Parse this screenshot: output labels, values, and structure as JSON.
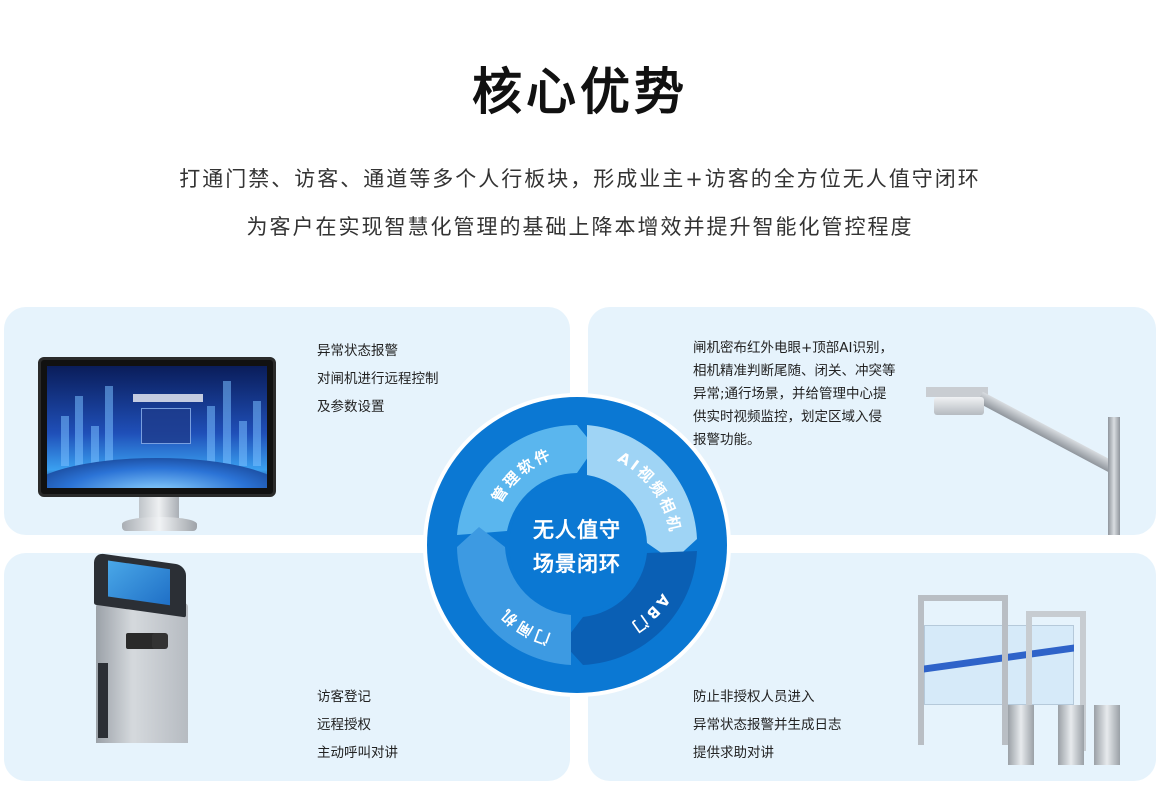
{
  "header": {
    "title": "核心优势",
    "subtitle_line1": "打通门禁、访客、通道等多个人行板块，形成业主+访客的全方位无人值守闭环",
    "subtitle_line2": "为客户在实现智慧化管理的基础上降本增效并提升智能化管控程度"
  },
  "panels": {
    "management": {
      "features": [
        "异常状态报警",
        "对闸机进行远程控制",
        "及参数设置"
      ]
    },
    "camera": {
      "features": [
        "闸机密布红外电眼+顶部AI识别，",
        "相机精准判断尾随、闭关、冲突等",
        "异常;通行场景，并给管理中心提",
        "供实时视频监控，划定区域入侵",
        "报警功能。"
      ]
    },
    "kiosk": {
      "features": [
        "访客登记",
        "远程授权",
        "主动呼叫对讲"
      ]
    },
    "gate": {
      "features": [
        "防止非授权人员进入",
        "异常状态报警并生成日志",
        "提供求助对讲"
      ]
    }
  },
  "cycle": {
    "center_line1": "无人值守",
    "center_line2": "场景闭环",
    "segments": [
      "管理软件",
      "AI视频相机",
      "AB门",
      "门闸机"
    ]
  },
  "colors": {
    "circle_bg": "#0b78d3",
    "seg_light": "#5ab6ee",
    "seg_pale": "#9fd4f5",
    "seg_dark": "#0a5fb4",
    "panel_bg": "#e6f3fc"
  }
}
